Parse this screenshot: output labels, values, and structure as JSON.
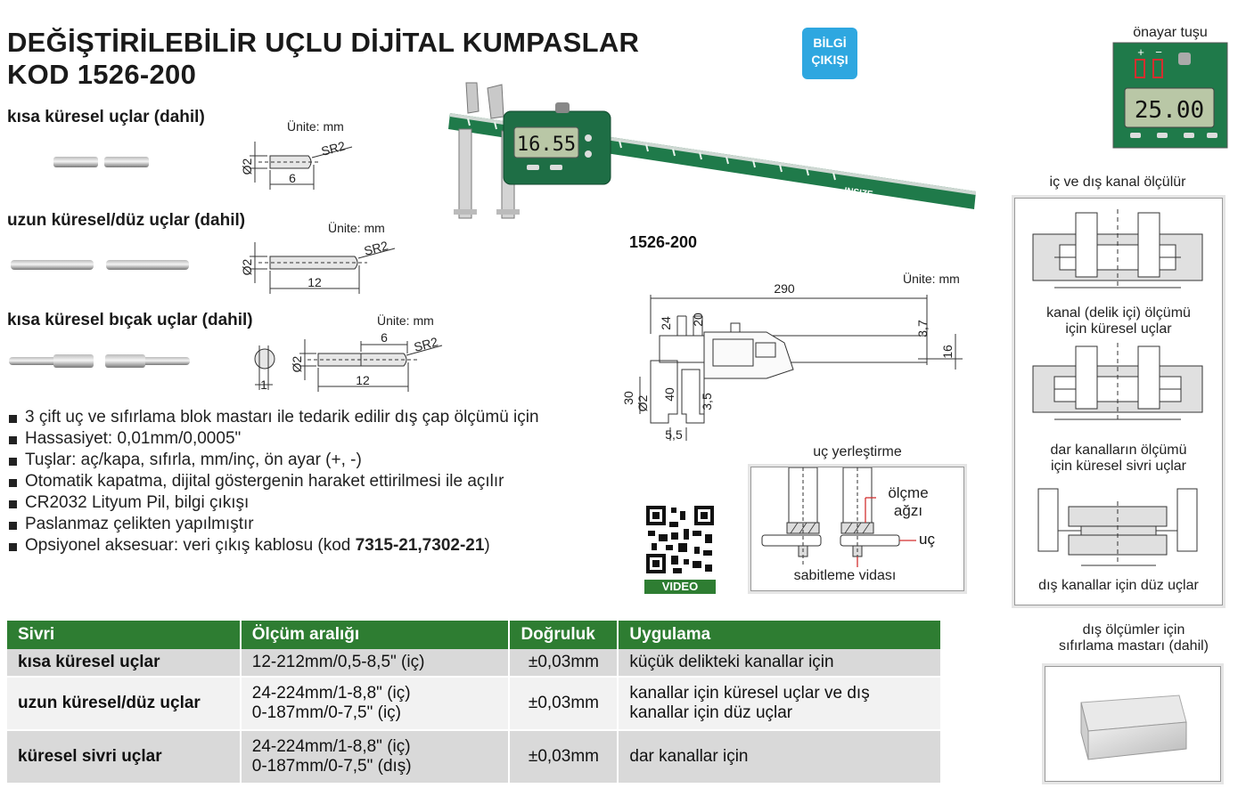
{
  "header": {
    "title_line1": "DEĞİŞTİRİLEBİLİR UÇLU DİJİTAL KUMPASLAR",
    "title_line2": "KOD 1526-200",
    "badge_line1": "BİLGİ",
    "badge_line2": "ÇIKIŞI"
  },
  "tips": [
    {
      "title": "kısa küresel uçlar (dahil)",
      "unit": "Ünite: mm",
      "dia": "Ø2",
      "radius": "SR2",
      "length": "6"
    },
    {
      "title": "uzun küresel/düz uçlar (dahil)",
      "unit": "Ünite: mm",
      "dia": "Ø2",
      "radius": "SR2",
      "length": "12"
    },
    {
      "title": "kısa küresel bıçak uçlar (dahil)",
      "unit": "Ünite: mm",
      "dia": "Ø2",
      "radius": "SR2",
      "length": "12",
      "blade_len": "6",
      "blade_thk": "1"
    }
  ],
  "product": {
    "display_value": "16.55",
    "model": "1526-200",
    "brand": "INSIZE"
  },
  "preset_panel": {
    "caption": "önayar tuşu",
    "plus": "+",
    "minus": "−",
    "display_value": "25.00"
  },
  "drawing": {
    "unit": "Ünite: mm",
    "dims": [
      "290",
      "24",
      "20",
      "3,7",
      "16",
      "30",
      "Ø2",
      "40",
      "3,5",
      "5,5"
    ]
  },
  "features": [
    {
      "text": "3 çift uç ve sıfırlama blok mastarı ile tedarik edilir dış çap ölçümü için"
    },
    {
      "text": "Hassasiyet: 0,01mm/0,0005\""
    },
    {
      "text": "Tuşlar: aç/kapa, sıfırla, mm/inç, ön ayar (+, -)"
    },
    {
      "text": "Otomatik kapatma, dijital göstergenin haraket ettirilmesi ile açılır"
    },
    {
      "text": "CR2032 Lityum Pil, bilgi çıkışı"
    },
    {
      "text": "Paslanmaz çelikten yapılmıştır"
    },
    {
      "text": "Opsiyonel aksesuar: veri çıkış kablosu (kod ",
      "bold": "7315-21,7302-21",
      "after": ")"
    }
  ],
  "qr": {
    "label": "VIDEO"
  },
  "tip_placement": {
    "caption": "uç yerleştirme",
    "label_jaw_1": "ölçme",
    "label_jaw_2": "ağzı",
    "label_tip": "uç",
    "label_screw": "sabitleme vidası"
  },
  "groove_panel": {
    "caption": "iç ve dış kanal ölçülür",
    "labels": [
      [
        "kanal (delik içi) ölçümü",
        "için küresel uçlar"
      ],
      [
        "dar kanalların ölçümü",
        "için küresel sivri uçlar"
      ],
      [
        "dış kanallar için düz uçlar"
      ]
    ]
  },
  "setting_block": {
    "caption_line1": "dış ölçümler için",
    "caption_line2": "sıfırlama mastarı (dahil)"
  },
  "table": {
    "headers": [
      "Sivri",
      "Ölçüm aralığı",
      "Doğruluk",
      "Uygulama"
    ],
    "rows": [
      {
        "tip": "kısa küresel uçlar",
        "range": [
          "12-212mm/0,5-8,5\" (iç)"
        ],
        "acc": "±0,03mm",
        "app": [
          "küçük delikteki kanallar için"
        ]
      },
      {
        "tip": "uzun küresel/düz uçlar",
        "range": [
          "24-224mm/1-8,8\" (iç)",
          "0-187mm/0-7,5\" (iç)"
        ],
        "acc": "±0,03mm",
        "app": [
          "kanallar için küresel uçlar ve dış",
          "kanallar için düz uçlar"
        ]
      },
      {
        "tip": "küresel sivri uçlar",
        "range": [
          "24-224mm/1-8,8\" (iç)",
          "0-187mm/0-7,5\" (dış)"
        ],
        "acc": "±0,03mm",
        "app": [
          "dar kanallar için"
        ]
      }
    ]
  },
  "colors": {
    "green": "#2e7d32",
    "badge_blue": "#2ea7e0",
    "caliper_green": "#1f7a4a"
  }
}
